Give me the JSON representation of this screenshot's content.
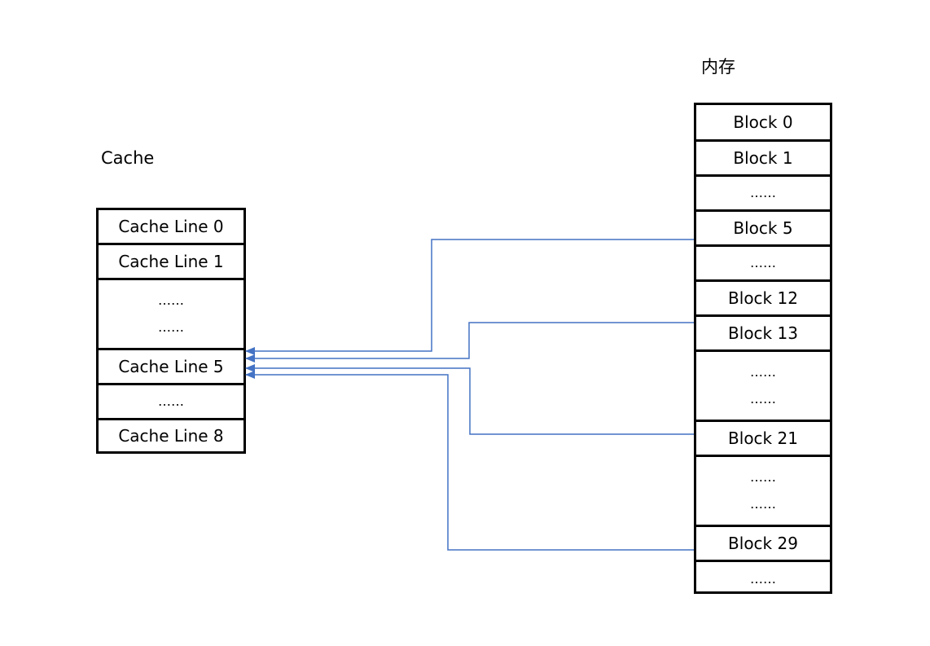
{
  "cache": {
    "title": "Cache",
    "rows": [
      {
        "lines": [
          "Cache Line 0"
        ]
      },
      {
        "lines": [
          "Cache Line 1"
        ]
      },
      {
        "lines": [
          "……",
          "……"
        ]
      },
      {
        "lines": [
          "Cache Line 5"
        ]
      },
      {
        "lines": [
          "……"
        ]
      },
      {
        "lines": [
          "Cache Line 8"
        ]
      }
    ]
  },
  "memory": {
    "title": "内存",
    "rows": [
      {
        "lines": [
          "Block 0"
        ]
      },
      {
        "lines": [
          "Block 1"
        ]
      },
      {
        "lines": [
          "……"
        ]
      },
      {
        "lines": [
          "Block 5"
        ]
      },
      {
        "lines": [
          "……"
        ]
      },
      {
        "lines": [
          "Block 12"
        ]
      },
      {
        "lines": [
          "Block 13"
        ]
      },
      {
        "lines": [
          "……",
          "……"
        ]
      },
      {
        "lines": [
          "Block 21"
        ]
      },
      {
        "lines": [
          "……",
          "……"
        ]
      },
      {
        "lines": [
          "Block 29"
        ]
      },
      {
        "lines": [
          "……"
        ]
      }
    ]
  },
  "mappings": [
    {
      "from_block": "Block 5",
      "to_line": "Cache Line 5"
    },
    {
      "from_block": "Block 13",
      "to_line": "Cache Line 5"
    },
    {
      "from_block": "Block 21",
      "to_line": "Cache Line 5"
    },
    {
      "from_block": "Block 29",
      "to_line": "Cache Line 5"
    }
  ],
  "colors": {
    "arrow": "#4472C4",
    "border": "#000000",
    "text": "#000000"
  }
}
